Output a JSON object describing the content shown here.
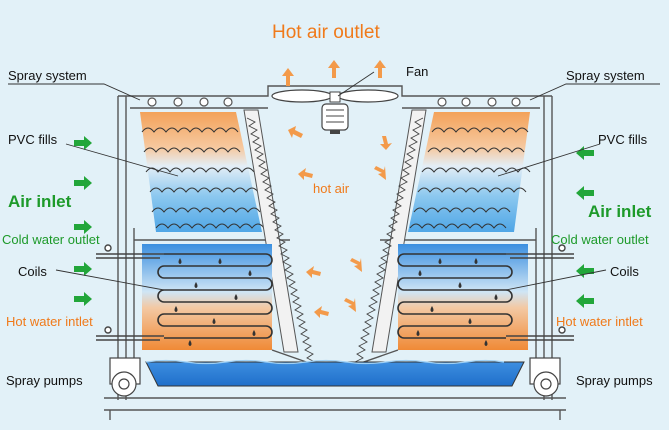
{
  "title": "Hot air outlet",
  "labels": {
    "fan": "Fan",
    "spray_system_left": "Spray system",
    "spray_system_right": "Spray system",
    "pvc_fills_left": "PVC fills",
    "pvc_fills_right": "PVC fills",
    "air_inlet_left": "Air inlet",
    "air_inlet_right": "Air inlet",
    "cold_water_outlet_left": "Cold water outlet",
    "cold_water_outlet_right": "Cold water outlet",
    "coils_left": "Coils",
    "coils_right": "Coils",
    "hot_water_inlet_left": "Hot water intlet",
    "hot_water_inlet_right": "Hot water intlet",
    "spray_pumps_left": "Spray pumps",
    "spray_pumps_right": "Spray pumps",
    "hot_air": "hot air"
  },
  "colors": {
    "hot": "#f28a2e",
    "fill_blue": "#5aaee8",
    "basin": "#2d7fd6",
    "arrow_green": "#22a63a",
    "arrow_orange": "#f39a4a",
    "background": "#e2f1f8"
  }
}
